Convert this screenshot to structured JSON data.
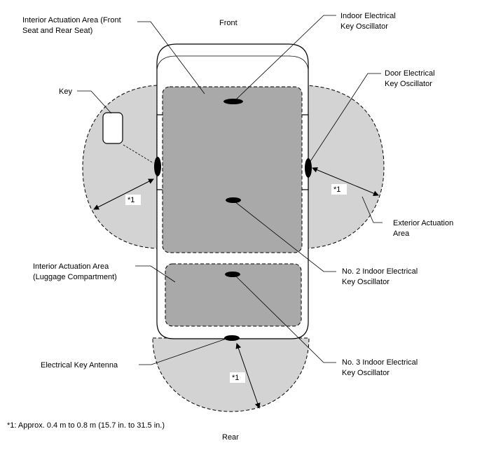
{
  "labels": {
    "front": "Front",
    "rear": "Rear",
    "interior_front_rear_seat": [
      "Interior Actuation Area (Front",
      "Seat and Rear Seat)"
    ],
    "indoor_key_osc": [
      "Indoor Electrical",
      "Key Oscillator"
    ],
    "key": "Key",
    "door_key_osc": [
      "Door Electrical",
      "Key Oscillator"
    ],
    "exterior_area": [
      "Exterior Actuation",
      "Area"
    ],
    "interior_luggage": [
      "Interior Actuation Area",
      "(Luggage Compartment)"
    ],
    "no2_indoor_osc": [
      "No. 2 Indoor Electrical",
      "Key Oscillator"
    ],
    "no3_indoor_osc": [
      "No. 3 Indoor Electrical",
      "Key Oscillator"
    ],
    "antenna": "Electrical Key Antenna",
    "dim_marker": "*1",
    "footnote": "*1: Approx. 0.4 m to 0.8 m (15.7 in. to 31.5 in.)"
  },
  "colors": {
    "exterior_zone": "#d3d3d3",
    "interior_zone": "#a9a9a9",
    "vehicle_body": "#ffffff",
    "component": "#000000"
  }
}
